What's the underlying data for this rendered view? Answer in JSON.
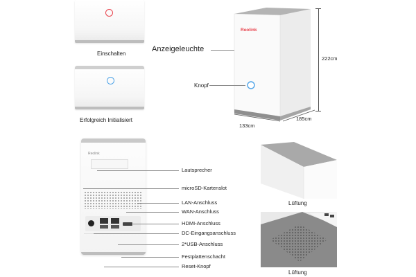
{
  "status_states": [
    {
      "caption": "Einschalten",
      "ring_color": "#e8414b"
    },
    {
      "caption": "Erfolgreich Initialisiert",
      "ring_color": "#4fa4e8"
    }
  ],
  "hero": {
    "brand": "Reolink",
    "indicator_label": "Anzeigeleuchte",
    "button_label": "Knopf",
    "height_dim": "222cm",
    "width_dim": "133cm",
    "depth_dim": "185cm"
  },
  "rear": {
    "brand": "Reolink",
    "port_labels": [
      "Lautsprecher",
      "microSD-Kartenslot",
      "LAN-Anschluss",
      "WAN-Anschluss",
      "HDMI-Anschluss",
      "DC-Eingangsanschluss",
      "2*USB-Anschluss",
      "Festplattenschacht",
      "Reset-Knopf"
    ]
  },
  "vents": [
    {
      "caption": "Lüftung"
    },
    {
      "caption": "Lüftung"
    }
  ],
  "colors": {
    "led_red": "#e8414b",
    "led_blue": "#4fa4e8",
    "top_grey": "#b4b4b4"
  }
}
